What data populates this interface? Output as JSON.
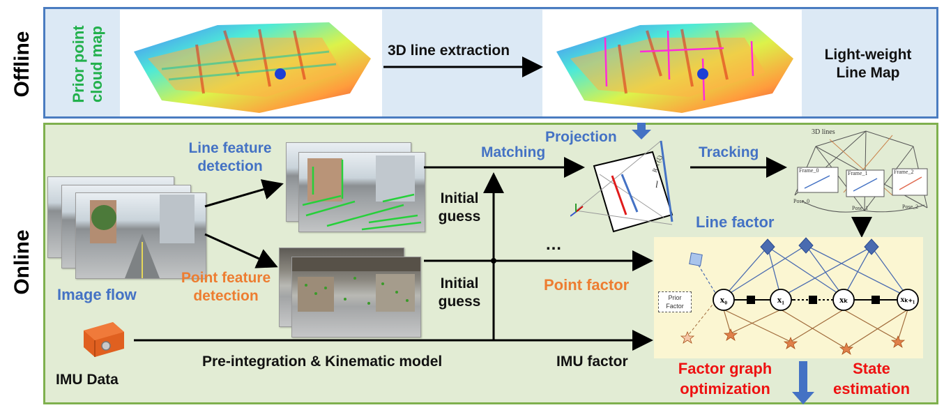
{
  "sections": {
    "offline": "Offline",
    "online": "Online"
  },
  "labels": {
    "prior_map": [
      "Prior point",
      "cloud map"
    ],
    "line_extraction": "3D line extraction",
    "line_map": [
      "Light-weight",
      "Line Map"
    ],
    "projection": "Projection",
    "line_feature_detection": [
      "Line feature",
      "detection"
    ],
    "matching": "Matching",
    "tracking": "Tracking",
    "initial_guess_1": [
      "Initial",
      "guess"
    ],
    "initial_guess_2": [
      "Initial",
      "guess"
    ],
    "ellipsis": "…",
    "line_factor": "Line factor",
    "point_factor": "Point factor",
    "image_flow": "Image flow",
    "point_feature_detection": [
      "Point feature",
      "detection"
    ],
    "imu_data": "IMU Data",
    "preintegration": "Pre-integration & Kinematic model",
    "imu_factor": "IMU factor",
    "factor_graph_optimization": [
      "Factor graph",
      "optimization"
    ],
    "state_estimation": [
      "State",
      "estimation"
    ]
  },
  "factor_graph": {
    "nodes": [
      "x₀",
      "x₁",
      "xₖ",
      "xₖ₊₁"
    ],
    "prior_factor": [
      "Prior",
      "Factor"
    ]
  },
  "line_sketch": {
    "label_l": "l",
    "label_rt": "R, t (ξ)"
  },
  "tracking_sketch": {
    "title": "3D lines",
    "frames": [
      "Frame_0",
      "Frame_1",
      "Frame_2"
    ],
    "poses": [
      "Pose_0",
      "Pose_1",
      "Pose_2"
    ]
  },
  "colors": {
    "offline_fill": "#dce9f5",
    "offline_border": "#4a7cc0",
    "online_fill": "#e2ecd4",
    "online_border": "#7fb04e",
    "blue_text": "#4472c4",
    "orange_text": "#ed7d31",
    "red_text": "#ee1111",
    "green_text": "#22b04c"
  }
}
